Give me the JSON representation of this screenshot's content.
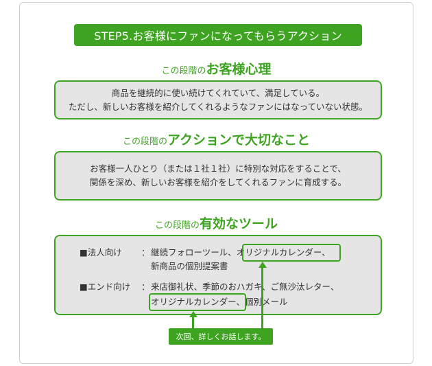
{
  "banner": "STEP5.お客様にファンになってもらうアクション",
  "section1": {
    "prefix": "この段階の",
    "title": "お客様心理",
    "lines": [
      "商品を継続的に使い続けてくれていて、満足している。",
      "ただし、新しいお客様を紹介してくれるようなファンにはなっていない状態。"
    ]
  },
  "section2": {
    "prefix": "この段階の",
    "title": "アクションで大切なこと",
    "lines": [
      "お客様一人ひとり（または１社１社）に特別な対応をすることで、",
      "関係を深め、新しいお客様を紹介をしてくれるファンに育成する。"
    ]
  },
  "section3": {
    "prefix": "この段階の",
    "title": "有効なツール",
    "corporate": {
      "label": "■法人向け",
      "colon": "：",
      "line1_before": "継続フォローツール、",
      "line1_highlight": "オリジナルカレンダー、",
      "line2": "新商品の個別提案書"
    },
    "end_user": {
      "label": "■エンド向け",
      "colon": "：",
      "line1": "来店御礼状、季節のおハガキ、ご無沙汰レター、",
      "line2_highlight": "オリジナルカレンダー、",
      "line2_after": "個別メール"
    }
  },
  "callout": "次回、詳しくお話します。",
  "colors": {
    "accent": "#3ea321",
    "box_fill": "#e5e5e5",
    "text": "#333333"
  }
}
